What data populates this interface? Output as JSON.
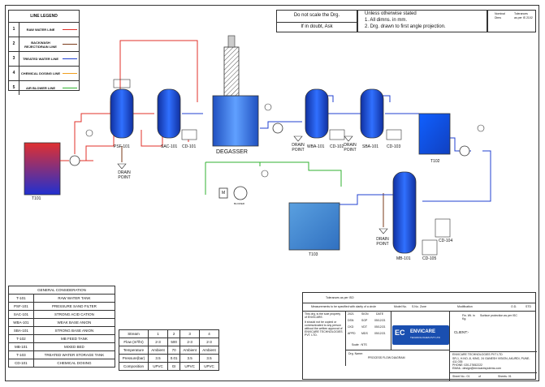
{
  "legend": {
    "title": "LINE LEGEND",
    "items": [
      {
        "num": "1",
        "label": "RAW WATER LINE",
        "color": "#e0302a"
      },
      {
        "num": "2",
        "label": "BACKWASH REJECT/DRAIN LINE",
        "color": "#7a3a1a"
      },
      {
        "num": "3",
        "label": "TREATED WATER LINE",
        "color": "#2040d0"
      },
      {
        "num": "4",
        "label": "CHEMICAL DOSING LINE",
        "color": "#f0a020"
      },
      {
        "num": "5",
        "label": "AIR BLOWER LINE",
        "color": "#30b030"
      }
    ]
  },
  "notes": {
    "scale": "Do not scale the Drg.",
    "doubt": "If in doubt, Ask",
    "unless": "Unless otherwise stated",
    "n1": "1. All dimns. in mm.",
    "n2": "2. Drg. drawn to first angle projection.",
    "nominal": "Nominal",
    "dims": "Dims",
    "tolerances": "Tolerances",
    "tol_val": "as per IS 2102"
  },
  "equipment": {
    "t101": "T101",
    "psf101": "PSF-101",
    "sac101": "SAC-101",
    "cd101": "CD-101",
    "degasser": "DEGASSER",
    "wba101": "WBA-101",
    "cd102": "CD-102",
    "sba101": "SBA-101",
    "cd103": "CD-103",
    "t102": "T102",
    "mb101": "MB-101",
    "cd104": "CD-104",
    "cd105": "CD-105",
    "t103": "T103",
    "drain": "DRAIN POINT",
    "motor": "M",
    "blower": "BLOWER"
  },
  "general": {
    "title": "GENERAL CONSIDERATION",
    "rows": [
      [
        "T-101",
        "RAW WATER TANK"
      ],
      [
        "PSF-101",
        "PRESSURE SAND FILTER"
      ],
      [
        "SAC-101",
        "STRONG ACID CATION"
      ],
      [
        "WBA-101",
        "WEAK BASE ANION"
      ],
      [
        "SBA-101",
        "STRONG BASE ANION"
      ],
      [
        "T-102",
        "MB FEED TANK"
      ],
      [
        "MB-101",
        "MIXED BED"
      ],
      [
        "T-103",
        "TREATED WATER STORAGE TANK"
      ],
      [
        "CD-101",
        "CHEMICAL DOSING"
      ]
    ]
  },
  "stream": {
    "headers": [
      "Stream",
      "1",
      "2",
      "3",
      "4"
    ],
    "rows": [
      [
        "Flow (m³/hr)",
        "2-3",
        "500",
        "2-3",
        "2-3"
      ],
      [
        "Temperature",
        "Ambient",
        "70",
        "Ambient",
        "Ambient"
      ],
      [
        "Pressure(bar)",
        "3.5",
        "0.01",
        "3.5",
        "3.5"
      ],
      [
        "Composition",
        "UPVC",
        "GI",
        "UPVC",
        "UPVC"
      ]
    ]
  },
  "titleblock": {
    "tol": "Tolerances as per ISO",
    "meas": "Measurements to be specified with clarity of a circle",
    "model": "Model No.",
    "sno": "S.No.",
    "zone": "Zone",
    "modification": "Modification",
    "od": "O.D.",
    "std": "STD",
    "fw": "Fin. Wt. in Kg.",
    "surface": "Surface protection as per ISC",
    "client": "CLIENT:-",
    "prop1": "This drg. is the sole property of ENVICARE.",
    "prop2": "It should not be copied or communicated to any person without the written approval of ENVICARE TECHNOLOGIES PVT. LTD.",
    "signs": [
      [
        "DSN",
        "SGP",
        "05/12/21"
      ],
      [
        "CKD",
        "VDT",
        "05/12/21"
      ],
      [
        "APPD",
        "MDS",
        "05/12/21"
      ]
    ],
    "sign_hdr": [
      "2021",
      "SIGN",
      "DATE"
    ],
    "scale": "Scale : NTS",
    "drg_name_lbl": "Drg. Name:",
    "drg_name": "PROCESS FLOW DIAGRAM",
    "logo": "ENVICARE",
    "logo_sub": "TECHNOLOGIES PVT LTD",
    "company": "ENVICARE TECHNOLOGIES PVT LTD",
    "address": "SR-1, H.NO.-8, KING, 24 GANESH VISION, AKURDI, PUNE-411 035",
    "phone": "PHONE: 020-27652222",
    "email": "EMAIL: design@envicaresystems.com",
    "sheet_no": "Sheet No.: 01",
    "of": "of",
    "sheets": "Sheets: 01"
  }
}
